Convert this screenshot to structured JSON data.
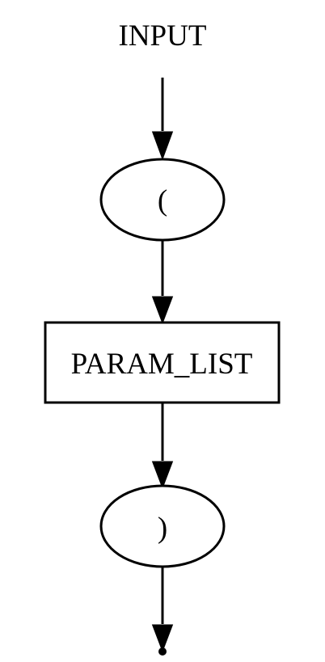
{
  "diagram": {
    "start_label": "INPUT",
    "nodes": [
      {
        "id": "open-paren",
        "shape": "ellipse",
        "label": "("
      },
      {
        "id": "param-list",
        "shape": "box",
        "label": "PARAM_LIST"
      },
      {
        "id": "close-paren",
        "shape": "ellipse",
        "label": ")"
      }
    ],
    "end_marker": "point",
    "colors": {
      "stroke": "#000000",
      "background": "#ffffff"
    }
  }
}
